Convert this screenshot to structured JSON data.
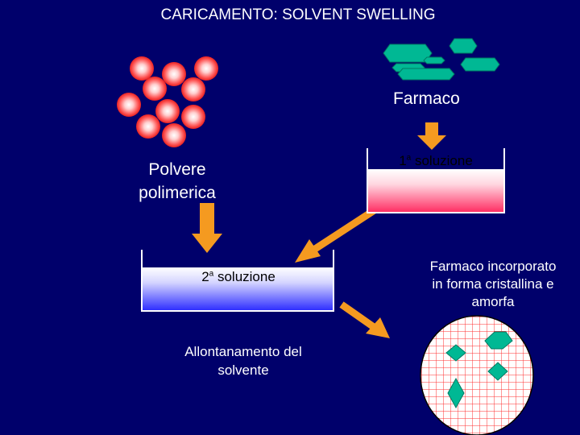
{
  "title": "CARICAMENTO: SOLVENT SWELLING",
  "labels": {
    "farmaco": "Farmaco",
    "polvere_line1": "Polvere",
    "polvere_line2": "polimerica",
    "solution1_num": "1",
    "solution1_sup": "a",
    "solution1_text": " soluzione",
    "solution2_num": "2",
    "solution2_sup": "a",
    "solution2_text": " soluzione",
    "farmaco_incorporato_line1": "Farmaco incorporato",
    "farmaco_incorporato_line2": "in forma cristallina e",
    "farmaco_incorporato_line3": "amorfa",
    "allontanamento_line1": "Allontanamento del",
    "allontanamento_line2": "solvente"
  },
  "colors": {
    "background": "#00006b",
    "polymer_particle": "#ff4a4a",
    "drug_crystal": "#00b894",
    "arrow": "#f59a20",
    "solution1_tint": "#ff2a60",
    "solution2_tint": "#2a2aff",
    "grid_line": "#ff3030"
  }
}
